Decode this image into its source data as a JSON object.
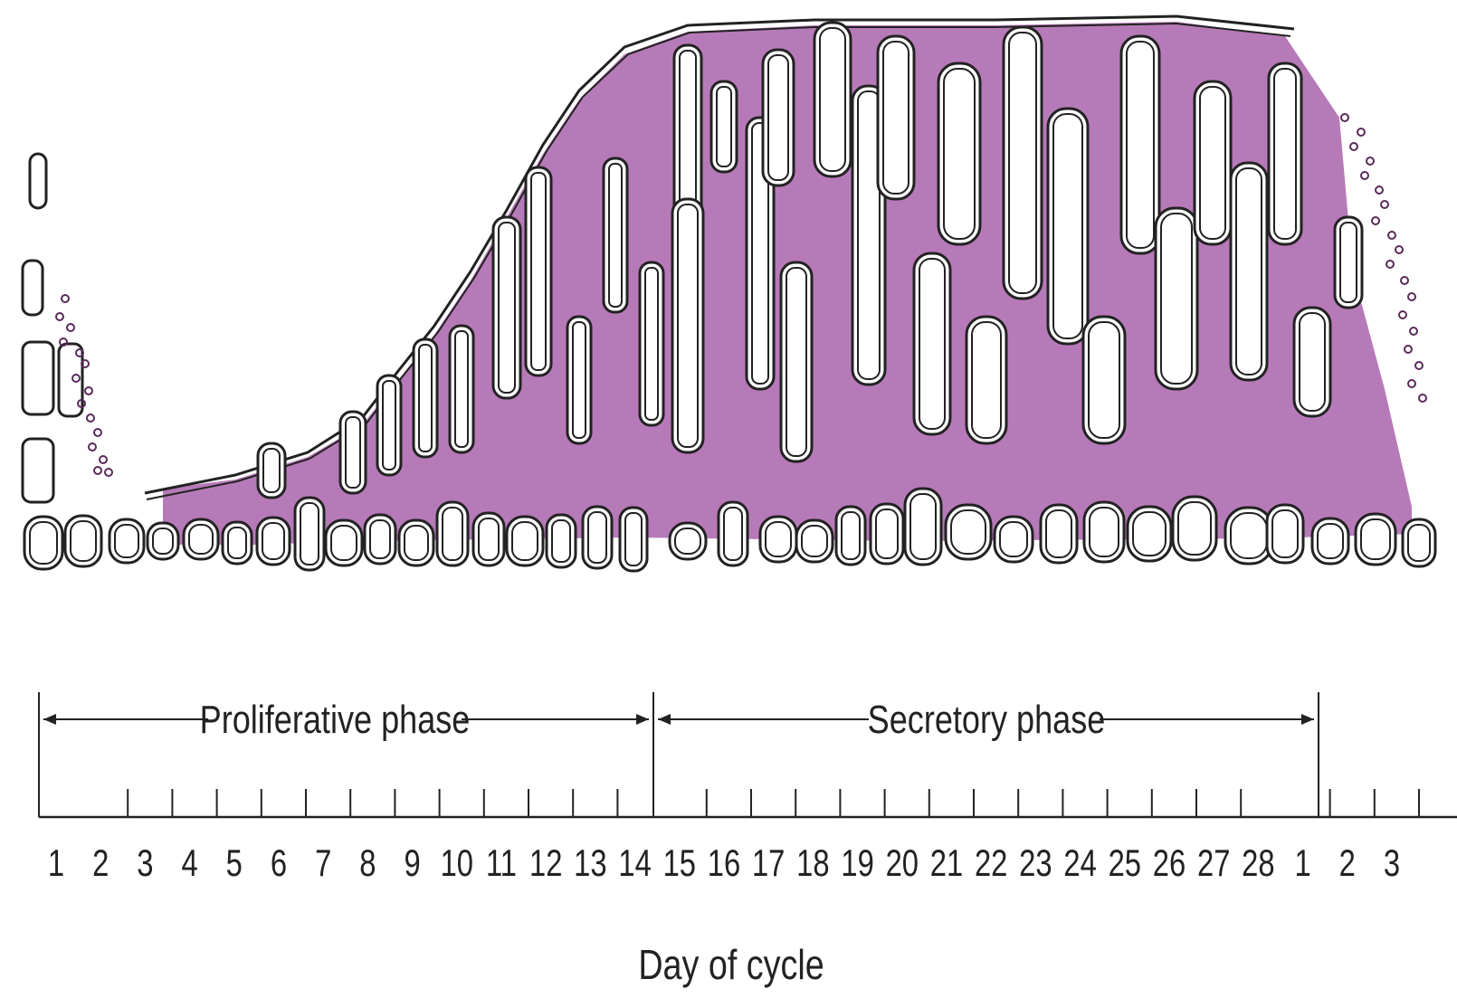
{
  "phases": [
    {
      "label": "Proliferative phase",
      "start_day_index": 0,
      "end_day_index": 13
    },
    {
      "label": "Secretory phase",
      "start_day_index": 13,
      "end_day_index": 27
    }
  ],
  "day_ticks": [
    "1",
    "2",
    "3",
    "4",
    "5",
    "6",
    "7",
    "8",
    "9",
    "10",
    "11",
    "12",
    "13",
    "14",
    "15",
    "16",
    "17",
    "18",
    "19",
    "20",
    "21",
    "22",
    "23",
    "24",
    "25",
    "26",
    "27",
    "28",
    "1",
    "2",
    "3"
  ],
  "axis_title": "Day of cycle",
  "colors": {
    "stroma": "#b77ab8",
    "outline": "#222222",
    "background": "#ffffff"
  }
}
